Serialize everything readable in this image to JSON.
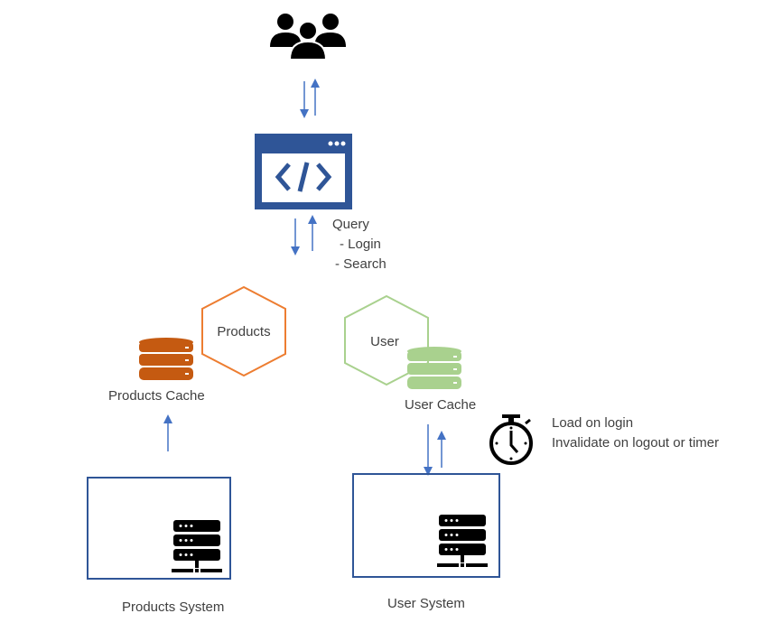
{
  "diagram": {
    "colors": {
      "arrow": "#4472C4",
      "browser": "#2F5597",
      "products": "#ED7D31",
      "products_db": "#C55A11",
      "user": "#A9D18E",
      "system_border": "#2F5597",
      "icon_dark": "#000000",
      "text": "#404040"
    },
    "nodes": {
      "users": {
        "icon": "users-group-icon"
      },
      "web_app": {
        "icon": "code-browser-icon"
      },
      "query_note": {
        "title": "Query",
        "items": [
          "- Login",
          "- Search"
        ]
      },
      "products_service": {
        "label": "Products",
        "icon": "hexagon"
      },
      "products_cache": {
        "label": "Products Cache",
        "icon": "database-icon"
      },
      "user_service": {
        "label": "User",
        "icon": "hexagon"
      },
      "user_cache": {
        "label": "User Cache",
        "icon": "database-icon"
      },
      "cache_policy": {
        "icon": "stopwatch-icon",
        "lines": [
          "Load on login",
          "Invalidate on logout or timer"
        ]
      },
      "products_system": {
        "label": "Products System",
        "icon": "server-icon"
      },
      "user_system": {
        "label": "User System",
        "icon": "server-icon"
      }
    },
    "edges": [
      {
        "from": "users",
        "to": "web_app",
        "direction": "bidirectional"
      },
      {
        "from": "web_app",
        "to": "services",
        "direction": "bidirectional"
      },
      {
        "from": "products_system",
        "to": "products_cache",
        "direction": "up"
      },
      {
        "from": "user_cache",
        "to": "user_system",
        "direction": "bidirectional"
      }
    ]
  }
}
